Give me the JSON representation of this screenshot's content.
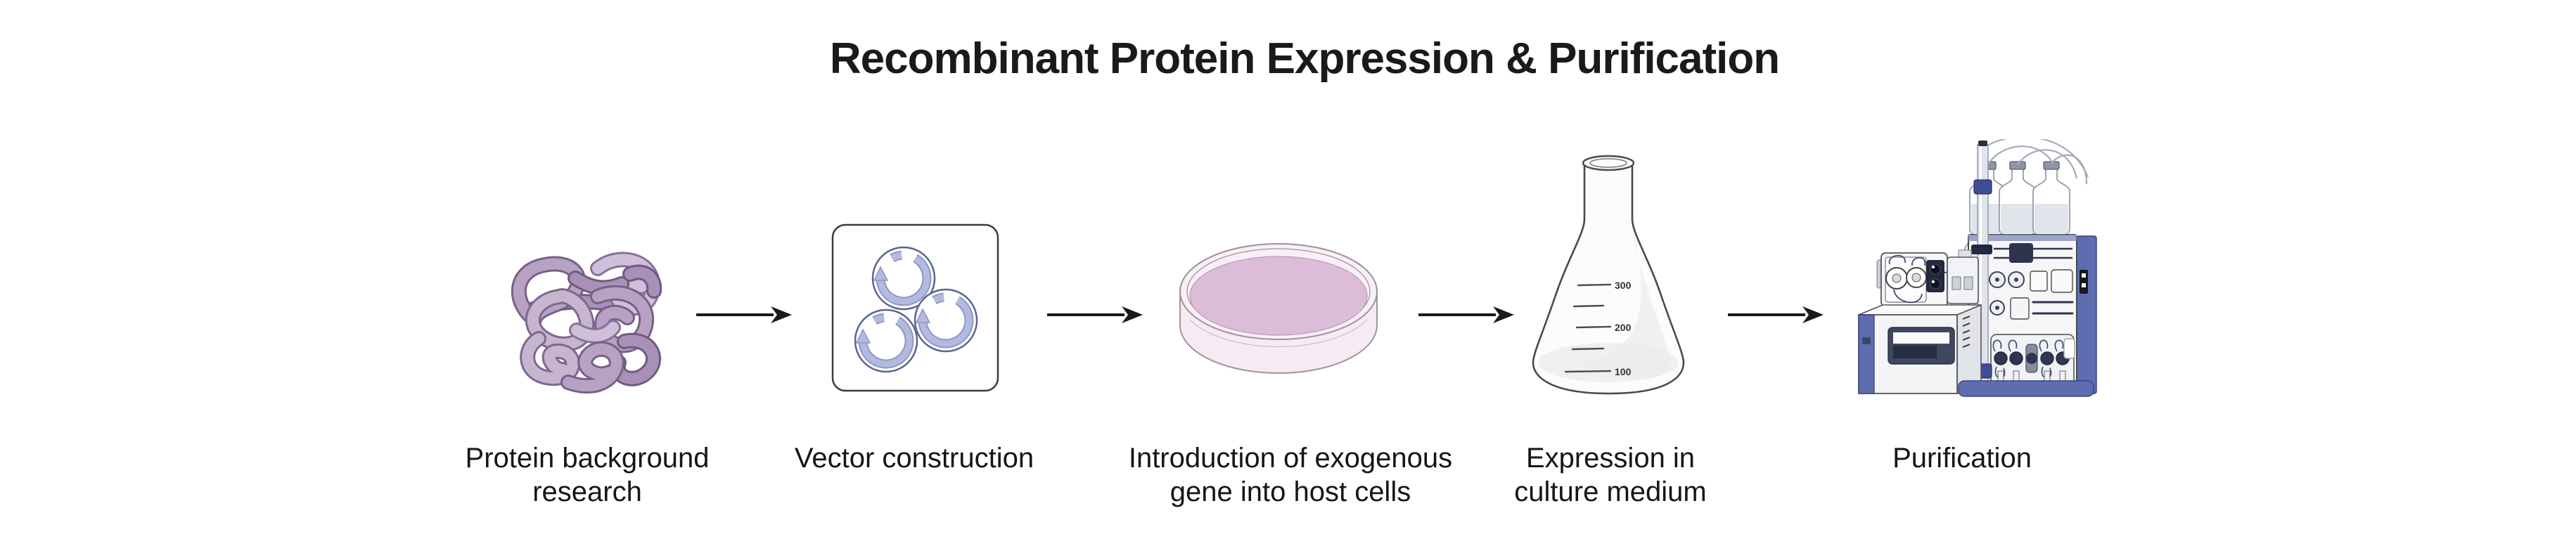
{
  "title": "Recombinant Protein Expression & Purification",
  "steps": [
    {
      "id": "protein-background-research",
      "label": "Protein background\nresearch",
      "illustration": "tangled-protein"
    },
    {
      "id": "vector-construction",
      "label": "Vector construction",
      "illustration": "plasmid-vectors-in-box"
    },
    {
      "id": "gene-introduction",
      "label": "Introduction of exogenous\ngene into host cells",
      "illustration": "petri-dish"
    },
    {
      "id": "expression-culture",
      "label": "Expression in\nculture medium",
      "illustration": "erlenmeyer-flask"
    },
    {
      "id": "purification",
      "label": "Purification",
      "illustration": "chromatography-system"
    }
  ],
  "flask": {
    "graduations": [
      "300",
      "200",
      "100"
    ]
  },
  "arrows": {
    "count": 4,
    "direction": "right"
  },
  "colors": {
    "text": "#1a1a1a",
    "arrow": "#1a1a1a",
    "protein_light": "#c7b4cf",
    "protein_mid": "#b7a2c4",
    "protein_dark": "#a890b8",
    "plasmid_ring": "#5a6591",
    "plasmid_arc": "#b2bbdf",
    "petri_medium": "#dcbcd8",
    "petri_glass": "#f6eaf3",
    "machine_blue": "#5e6db0",
    "machine_navy": "#2e3450"
  }
}
